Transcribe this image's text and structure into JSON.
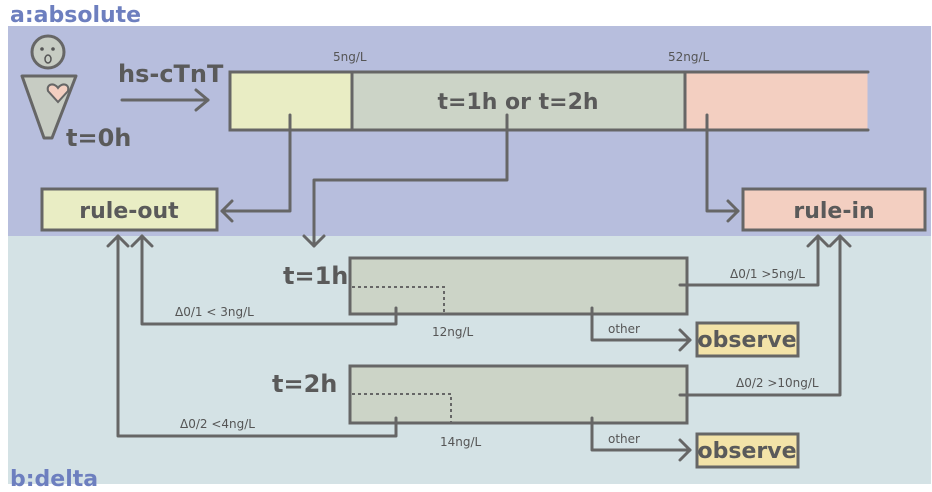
{
  "panels": {
    "a_label": "a:absolute",
    "b_label": "b:delta"
  },
  "top": {
    "assay": "hs-cTnT",
    "time0": "t=0h",
    "threshold_low": "5ng/L",
    "threshold_high": "52ng/L",
    "middle_zone": "t=1h or t=2h"
  },
  "outcomes": {
    "rule_out": "rule-out",
    "rule_in": "rule-in",
    "observe": "observe"
  },
  "delta": {
    "t1": {
      "label": "t=1h",
      "cutoff": "12ng/L",
      "low_rule": "Δ0/1 < 3ng/L",
      "high_rule": "Δ0/1 >5ng/L",
      "other": "other"
    },
    "t2": {
      "label": "t=2h",
      "cutoff": "14ng/L",
      "low_rule": "Δ0/2 <4ng/L",
      "high_rule": "Δ0/2 >10ng/L",
      "other": "other"
    }
  },
  "colors": {
    "panel_a_bg": "#b7bedd",
    "panel_b_bg": "#d4e2e5",
    "low_zone": "#e9edc4",
    "mid_zone": "#ccd4c7",
    "high_zone": "#f3cfc1",
    "observe_bg": "#f3e3a8"
  }
}
